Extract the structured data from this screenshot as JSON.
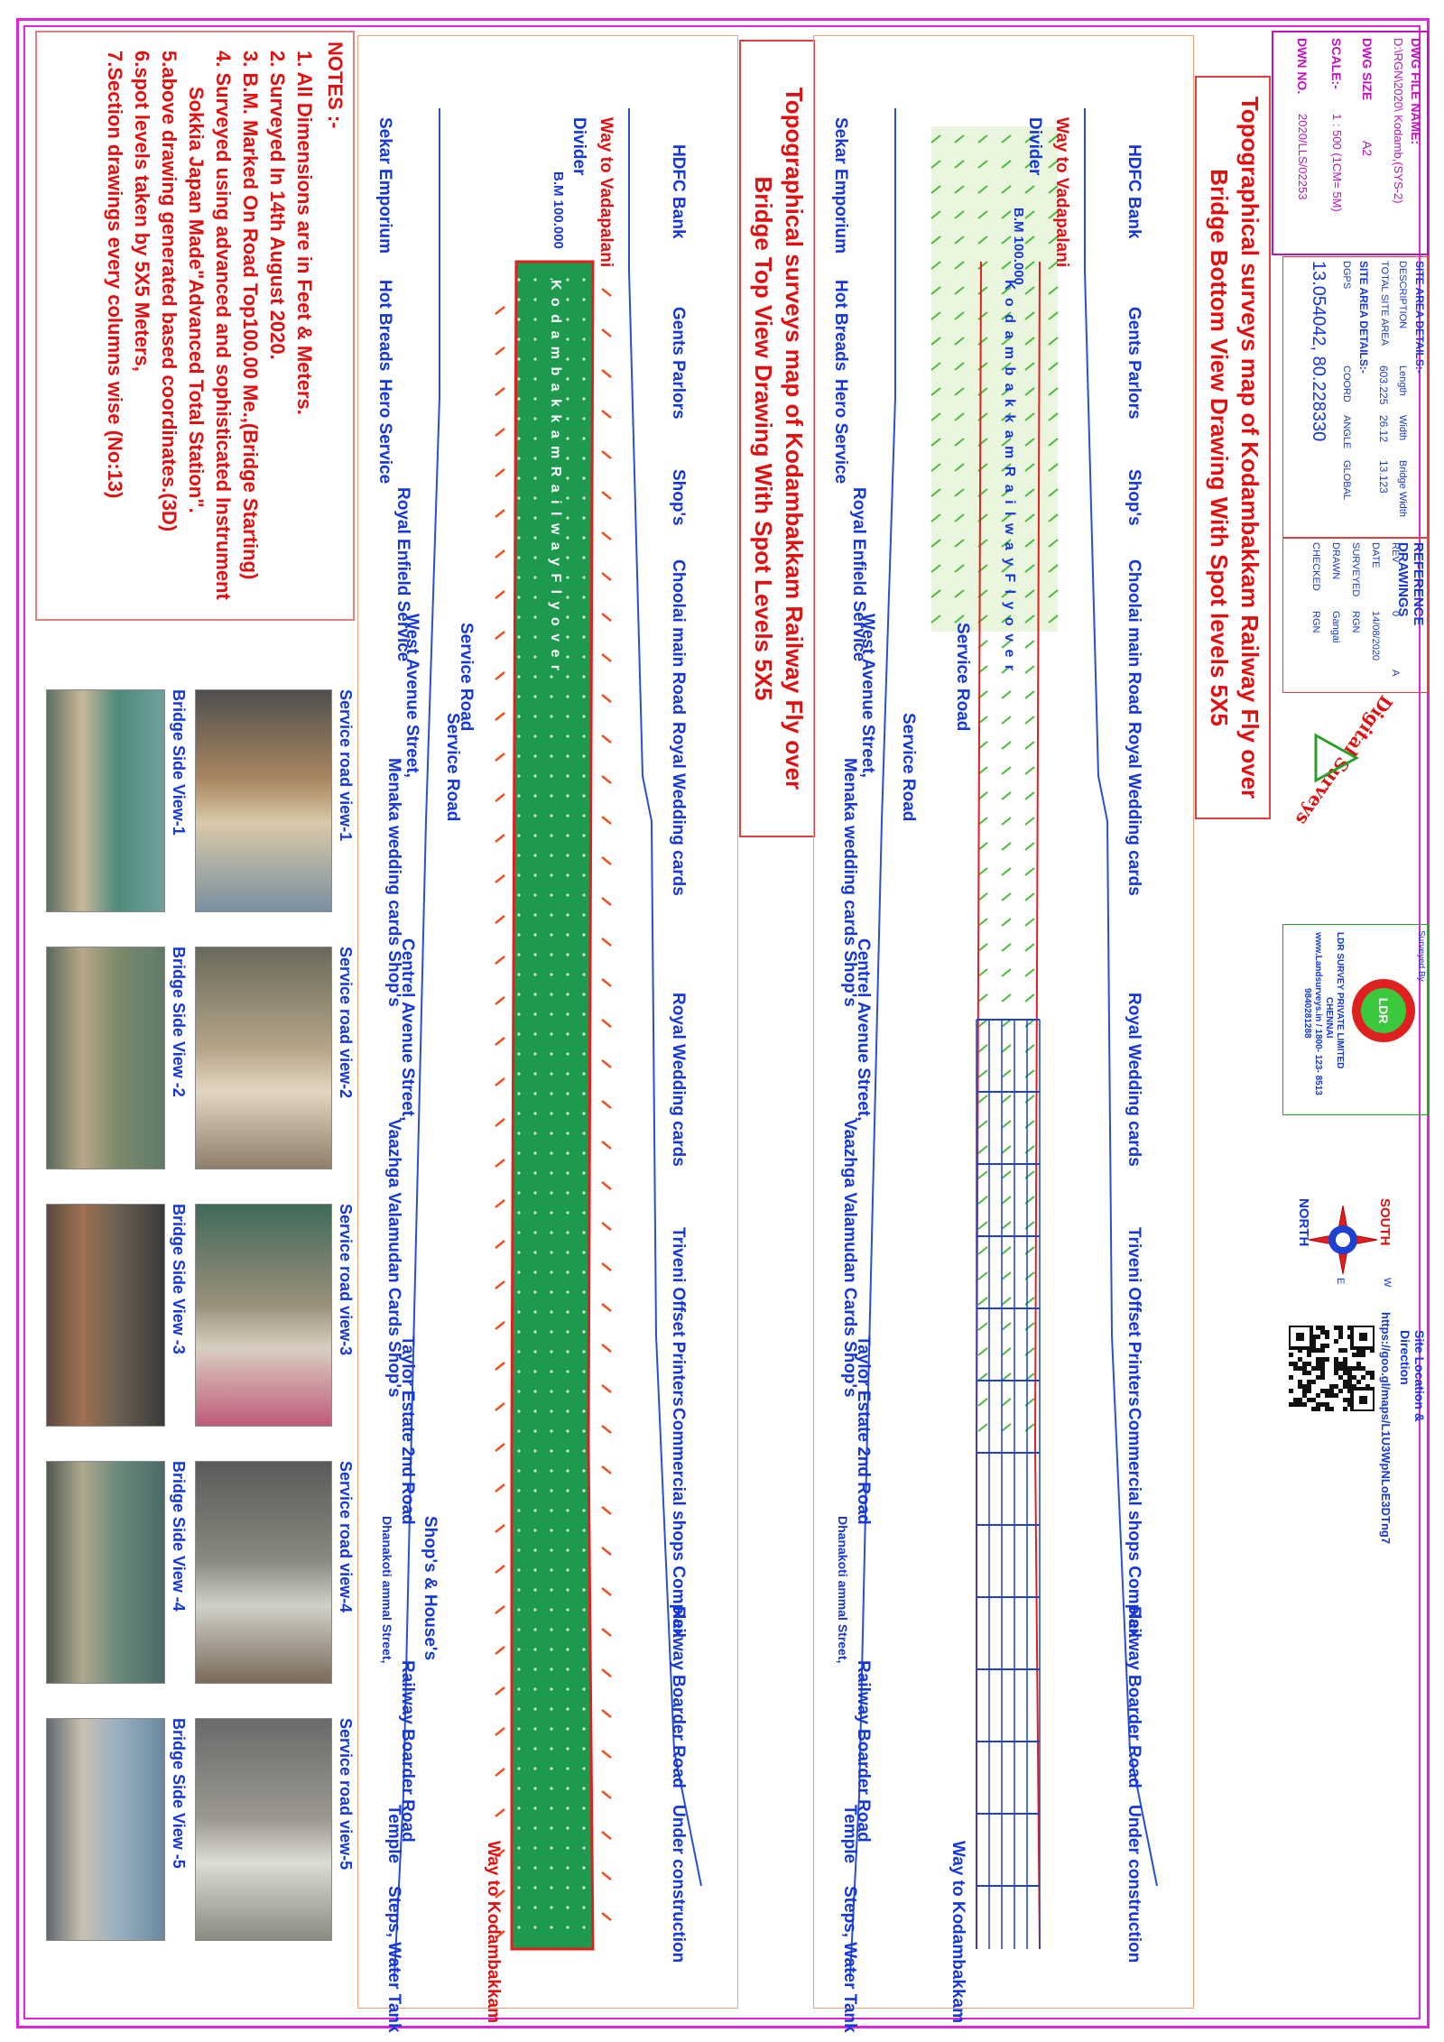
{
  "title_block": {
    "dwg_file_name_label": "DWG FILE NAME:",
    "dwg_file_name_value": "D:\\RGN\\2020\\ Kodamb,(SYS-2)",
    "dwg_size_label": "DWG SIZE",
    "dwg_size_value": "A2",
    "scale_label": "SCALE:-",
    "scale_value": "1 : 500 (1CM= 5M)",
    "dwn_no_label": "DWN NO.",
    "dwn_no_value": "2020/LLS/02253"
  },
  "site_area": {
    "heading": "SITE AREA DETAILS:-",
    "desc_label": "DESCRIPTION",
    "length_label": "Length",
    "width_label": "Width",
    "bridge_width_label": "Bridge Width",
    "total_label": "TOTAL SITE AREA",
    "length_value": "603.225",
    "width_value": "26.12",
    "bridge_width_value": "13.123",
    "details_heading": "SITE AREA DETAILS:-",
    "dgps_label": "DGPS",
    "coord_label": "COORD",
    "angle_label": "ANGLE",
    "global_label": "GLOBAL",
    "coordinates": "13.054042, 80.228330"
  },
  "reference": {
    "heading": "REFERENCE DRAWINGS",
    "rows": [
      {
        "label": "REV",
        "value": "0"
      },
      {
        "label": "DATE",
        "value": "14/08/2020"
      },
      {
        "label": "SURVEYED",
        "value": "RGN"
      },
      {
        "label": "DRAWN",
        "value": "Gangai"
      },
      {
        "label": "CHECKED",
        "value": "RGN"
      }
    ],
    "rev_letter": "A"
  },
  "company": {
    "logo_text": "Digital Surveys",
    "surveyed_by": "Surveyed By",
    "badge": "LDR",
    "name": "LDR SURVEY PRIVATE LIMITED",
    "city": "CHENNAI",
    "contact": "www.Landsurveys.in / 1800- 123- 8513",
    "phone": "9840281288"
  },
  "location": {
    "heading": "Site Location & Direction",
    "url": "https://goo.gl/maps/L1U3WpNLoE3DTng7",
    "north": "NORTH",
    "south": "SOUTH",
    "e": "E",
    "w": "W"
  },
  "drawing_top": {
    "title_line1": "Topographical surveys map of Kodambakkam Railway Fly over",
    "title_line2": "Bridge Bottom View Drawing With Spot levels 5X5"
  },
  "drawing_bottom": {
    "title_line1": "Topographical surveys map of Kodambakkam Railway Fly over",
    "title_line2": "Bridge Top View Drawing With Spot Levels 5X5"
  },
  "labels": {
    "hdfc": "HDFC Bank",
    "gents": "Gents Parlors",
    "shops": "Shop's",
    "choolai": "Choolai main Road",
    "royal_wedding": "Royal Wedding cards",
    "triveni": "Triveni Offset Printers",
    "commercial": "Commercial shops Complex",
    "railway_boarder": "Railway Boarder Road",
    "under_construction": "Under construction",
    "way_kodambakkam": "Way to Kodambakkam",
    "way_vadapalani": "Way to Vadapalani",
    "divider": "Divider",
    "bm": "B.M 100.000",
    "sekar": "Sekar Emporium",
    "hot_breads": "Hot Breads",
    "hero": "Hero Service",
    "royal_enfield": "Royal Enfield Service",
    "west_avenue": "West Avenue Street,",
    "service_road": "Service Road",
    "menaka": "Menaka wedding cards Shop's",
    "centrel": "Centrel Avenue Street,",
    "vaazhga": "Vaazhga Valamudan Cards Shop's",
    "taylor": "Taylor Estate 2nd Road",
    "dhanakoti": "Dhanakoti ammal Street,",
    "temple": "Temple",
    "steps": "Steps, Water Tank",
    "flyover": "K o d a m b a k k a m   R a i l w a y   F l y   o v e r",
    "shops_houses": "Shop's & House's"
  },
  "photos": [
    {
      "top": "Service road view-1",
      "bottom": "Bridge Side View-1"
    },
    {
      "top": "Service road view-2",
      "bottom": "Bridge Side View -2"
    },
    {
      "top": "Service road view-3",
      "bottom": "Bridge Side View -3"
    },
    {
      "top": "Service road view-4",
      "bottom": "Bridge Side View -4"
    },
    {
      "top": "Service road view-5",
      "bottom": "Bridge Side View -5"
    }
  ],
  "notes": {
    "heading": "NOTES :-",
    "items": [
      "1. All Dimensions are in Feet & Meters.",
      "2. Surveyed In 14th August 2020.",
      "3. B.M. Marked On Road Top100.00 Me.,(Bridge Starting)",
      "4. Surveyed using advanced and sophisticated Instrument",
      "    Sokkia Japan Made\"Advanced Total Station\".",
      "5.above drawing generated based coordinates.(3D)",
      "6.spot levels taken by 5X5 Meters,",
      "7.Section drawings every columns wise (No:13)"
    ]
  }
}
